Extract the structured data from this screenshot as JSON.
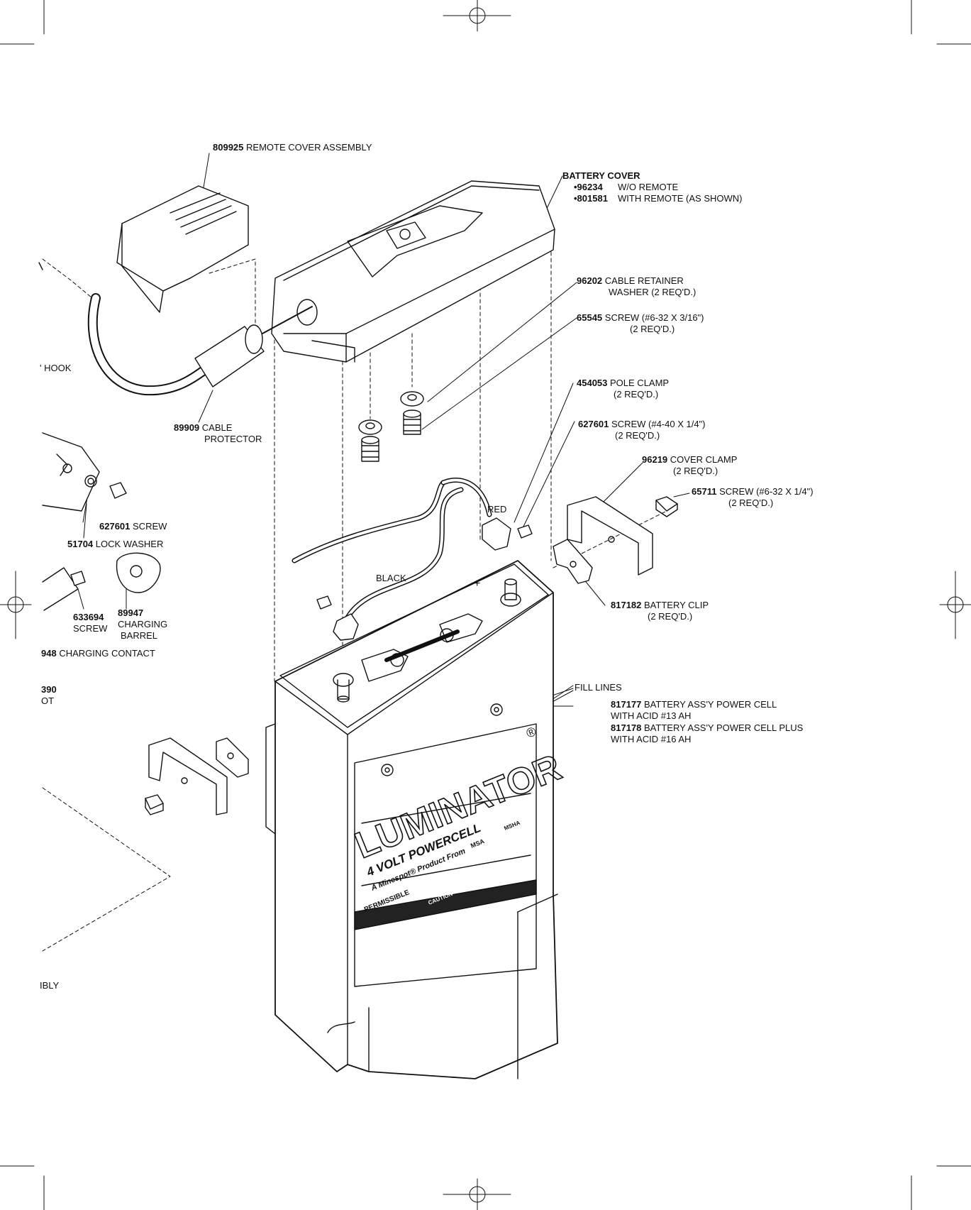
{
  "brand": {
    "name": "LUMINATOR",
    "registered": "®",
    "tagline": "4 VOLT POWERCELL",
    "subtagline": "A Minespot® Product From",
    "maker": "MSA",
    "permissible": "PERMISSIBLE",
    "caution": "CAUTION",
    "agency": "MSHA"
  },
  "terminal_mark": "+",
  "labels": {
    "remote_cover": {
      "num": "809925",
      "text": "REMOTE COVER ASSEMBLY"
    },
    "battery_cover": {
      "title": "BATTERY COVER",
      "opt1_num": "•96234",
      "opt1_text": "W/O REMOTE",
      "opt2_num": "•801581",
      "opt2_text": "WITH REMOTE (AS SHOWN)"
    },
    "cable_retainer": {
      "num": "96202",
      "text": "CABLE RETAINER",
      "text2": "WASHER (2 REQ'D.)"
    },
    "screw_65545": {
      "num": "65545",
      "text": "SCREW (#6-32 X 3/16\")",
      "text2": "(2 REQ'D.)"
    },
    "pole_clamp": {
      "num": "454053",
      "text": "POLE CLAMP",
      "text2": "(2 REQ'D.)"
    },
    "screw_627601": {
      "num": "627601",
      "text": "SCREW (#4-40 X 1/4\")",
      "text2": "(2 REQ'D.)"
    },
    "cover_clamp": {
      "num": "96219",
      "text": "COVER CLAMP",
      "text2": "(2 REQ'D.)"
    },
    "screw_65711": {
      "num": "65711",
      "text": "SCREW (#6-32 X 1/4\")",
      "text2": "(2 REQ'D.)"
    },
    "hook": {
      "text": "' HOOK"
    },
    "cable_protector": {
      "num": "89909",
      "text": "CABLE",
      "text2": "PROTECTOR"
    },
    "red": {
      "text": "RED"
    },
    "black": {
      "text": "BLACK"
    },
    "screw_left": {
      "num": "627601",
      "text": "SCREW"
    },
    "lock_washer": {
      "num": "51704",
      "text": "LOCK WASHER"
    },
    "screw_633694": {
      "num": "633694",
      "text": "SCREW"
    },
    "charging_barrel": {
      "num": "89947",
      "text": "CHARGING",
      "text2": "BARREL"
    },
    "charging_contact": {
      "num": "948",
      "text": "CHARGING CONTACT"
    },
    "partial_390": {
      "num": "390",
      "text": "OT"
    },
    "battery_clip": {
      "num": "817182",
      "text": "BATTERY CLIP",
      "text2": "(2 REQ'D.)"
    },
    "fill_lines": {
      "text": "FILL LINES"
    },
    "battery_13": {
      "num": "817177",
      "text": "BATTERY ASS'Y POWER CELL",
      "text2": "WITH ACID #13 AH"
    },
    "battery_16": {
      "num": "817178",
      "text": "BATTERY ASS'Y POWER CELL PLUS",
      "text2": "WITH ACID #16 AH"
    },
    "assembly_partial": {
      "text": "IBLY"
    }
  }
}
